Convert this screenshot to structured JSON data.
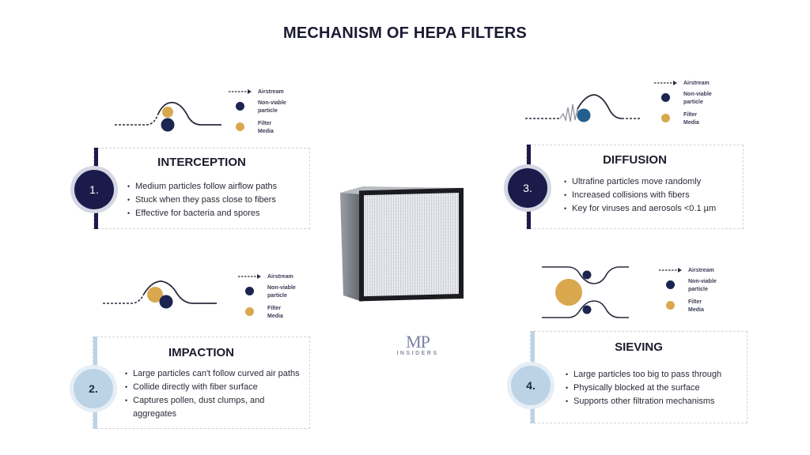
{
  "title": "MECHANISM OF HEPA FILTERS",
  "legend": {
    "airstream": "Airstream",
    "particle_line1": "Non-viable",
    "particle_line2": "particle",
    "media_line1": "Filter",
    "media_line2": "Media"
  },
  "colors": {
    "navy": "#1b2550",
    "gold": "#d9a84e",
    "blue_particle": "#245f8f",
    "dark_accent": "#1b1b4b",
    "light_accent": "#bcd3e6"
  },
  "mechanisms": [
    {
      "number": "1.",
      "title": "INTERCEPTION",
      "bullets": [
        "Medium particles follow airflow paths",
        "Stuck when they pass close to fibers",
        "Effective for bacteria and spores"
      ]
    },
    {
      "number": "2.",
      "title": "IMPACTION",
      "bullets": [
        "Large particles can't follow curved air paths",
        "Collide directly with fiber surface",
        "Captures pollen, dust clumps, and",
        "aggregates"
      ]
    },
    {
      "number": "3.",
      "title": "DIFFUSION",
      "bullets": [
        "Ultrafine particles move randomly",
        "Increased collisions with fibers",
        "Key for viruses and aerosols <0.1 µm"
      ]
    },
    {
      "number": "4.",
      "title": "SIEVING",
      "bullets": [
        "Large particles too big to pass through",
        "Physically blocked at the surface",
        "Supports other filtration mechanisms"
      ]
    }
  ],
  "logo": {
    "mark": "MP",
    "text": "INSIDERS"
  },
  "center_image": "hepa-filter-photo"
}
